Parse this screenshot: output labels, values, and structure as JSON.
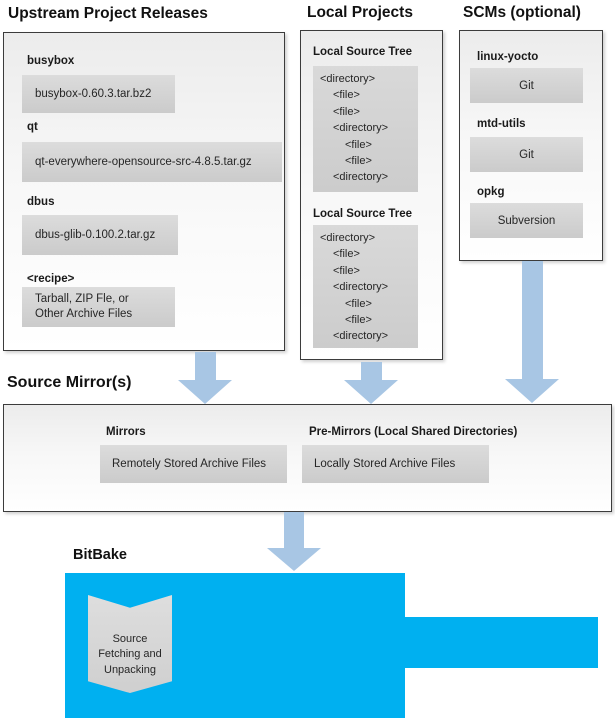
{
  "colors": {
    "bitbake_blue": "#00b0f0",
    "arrow_blue": "#a8c6e4",
    "inner_box_gray": "#d4d4d4",
    "panel_border": "#3c3c3c"
  },
  "upstream": {
    "title": "Upstream Project Releases",
    "entries": [
      {
        "label": "busybox",
        "value": "busybox-0.60.3.tar.bz2"
      },
      {
        "label": "qt",
        "value": "qt-everywhere-opensource-src-4.8.5.tar.gz"
      },
      {
        "label": "dbus",
        "value": "dbus-glib-0.100.2.tar.gz"
      },
      {
        "label": "<recipe>",
        "value": "Tarball, ZIP Fle, or\nOther Archive Files"
      }
    ]
  },
  "local_projects": {
    "title": "Local Projects",
    "trees": [
      {
        "label": "Local Source Tree",
        "lines": [
          {
            "text": "<directory>"
          },
          {
            "text": "<file>"
          },
          {
            "text": "<file>"
          },
          {
            "text": "<directory>"
          },
          {
            "text": "<file>"
          },
          {
            "text": "<file>"
          },
          {
            "text": "<directory>"
          }
        ]
      },
      {
        "label": "Local Source Tree",
        "lines": [
          {
            "text": "<directory>"
          },
          {
            "text": "<file>"
          },
          {
            "text": "<file>"
          },
          {
            "text": "<directory>"
          },
          {
            "text": "<file>"
          },
          {
            "text": "<file>"
          },
          {
            "text": "<directory>"
          }
        ]
      }
    ]
  },
  "scms": {
    "title": "SCMs (optional)",
    "entries": [
      {
        "label": "linux-yocto",
        "value": "Git"
      },
      {
        "label": "mtd-utils",
        "value": "Git"
      },
      {
        "label": "opkg",
        "value": "Subversion"
      }
    ]
  },
  "source_mirrors": {
    "title": "Source Mirror(s)",
    "entries": [
      {
        "label": "Mirrors",
        "value": "Remotely Stored Archive Files"
      },
      {
        "label": "Pre-Mirrors (Local Shared Directories)",
        "value": "Locally Stored Archive Files"
      }
    ]
  },
  "bitbake": {
    "title": "BitBake",
    "process": "Source\nFetching and\nUnpacking"
  }
}
